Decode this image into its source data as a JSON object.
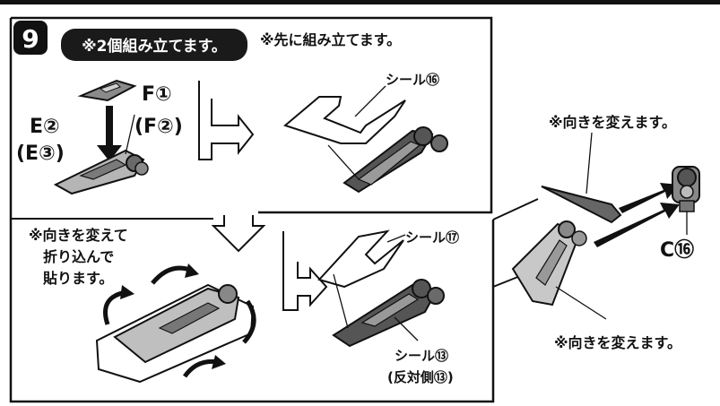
{
  "step": {
    "number": "9"
  },
  "badges": {
    "build_two": "※2個組み立てます。",
    "build_first": "※先に組み立てます。"
  },
  "labels": {
    "e2": "E②",
    "e3": "(E③)",
    "f1": "F①",
    "f2": "(F②)",
    "c16": "C⑯"
  },
  "stickers": {
    "seal16": "シール⑯",
    "seal17": "シール⑰",
    "seal13": "シール⑬",
    "seal13_reverse": "(反対側⑬)"
  },
  "notes": {
    "fold_line1": "※向きを変えて",
    "fold_line2": "折り込んで",
    "fold_line3": "貼ります。",
    "turn_top": "※向きを変えます。",
    "turn_bottom": "※向きを変えます。"
  },
  "colors": {
    "ink": "#111111",
    "dark_part": "#555555",
    "mid_part": "#9a9a9a",
    "light_part": "#d6d6d6",
    "badge_bg": "#1a1a1a"
  }
}
